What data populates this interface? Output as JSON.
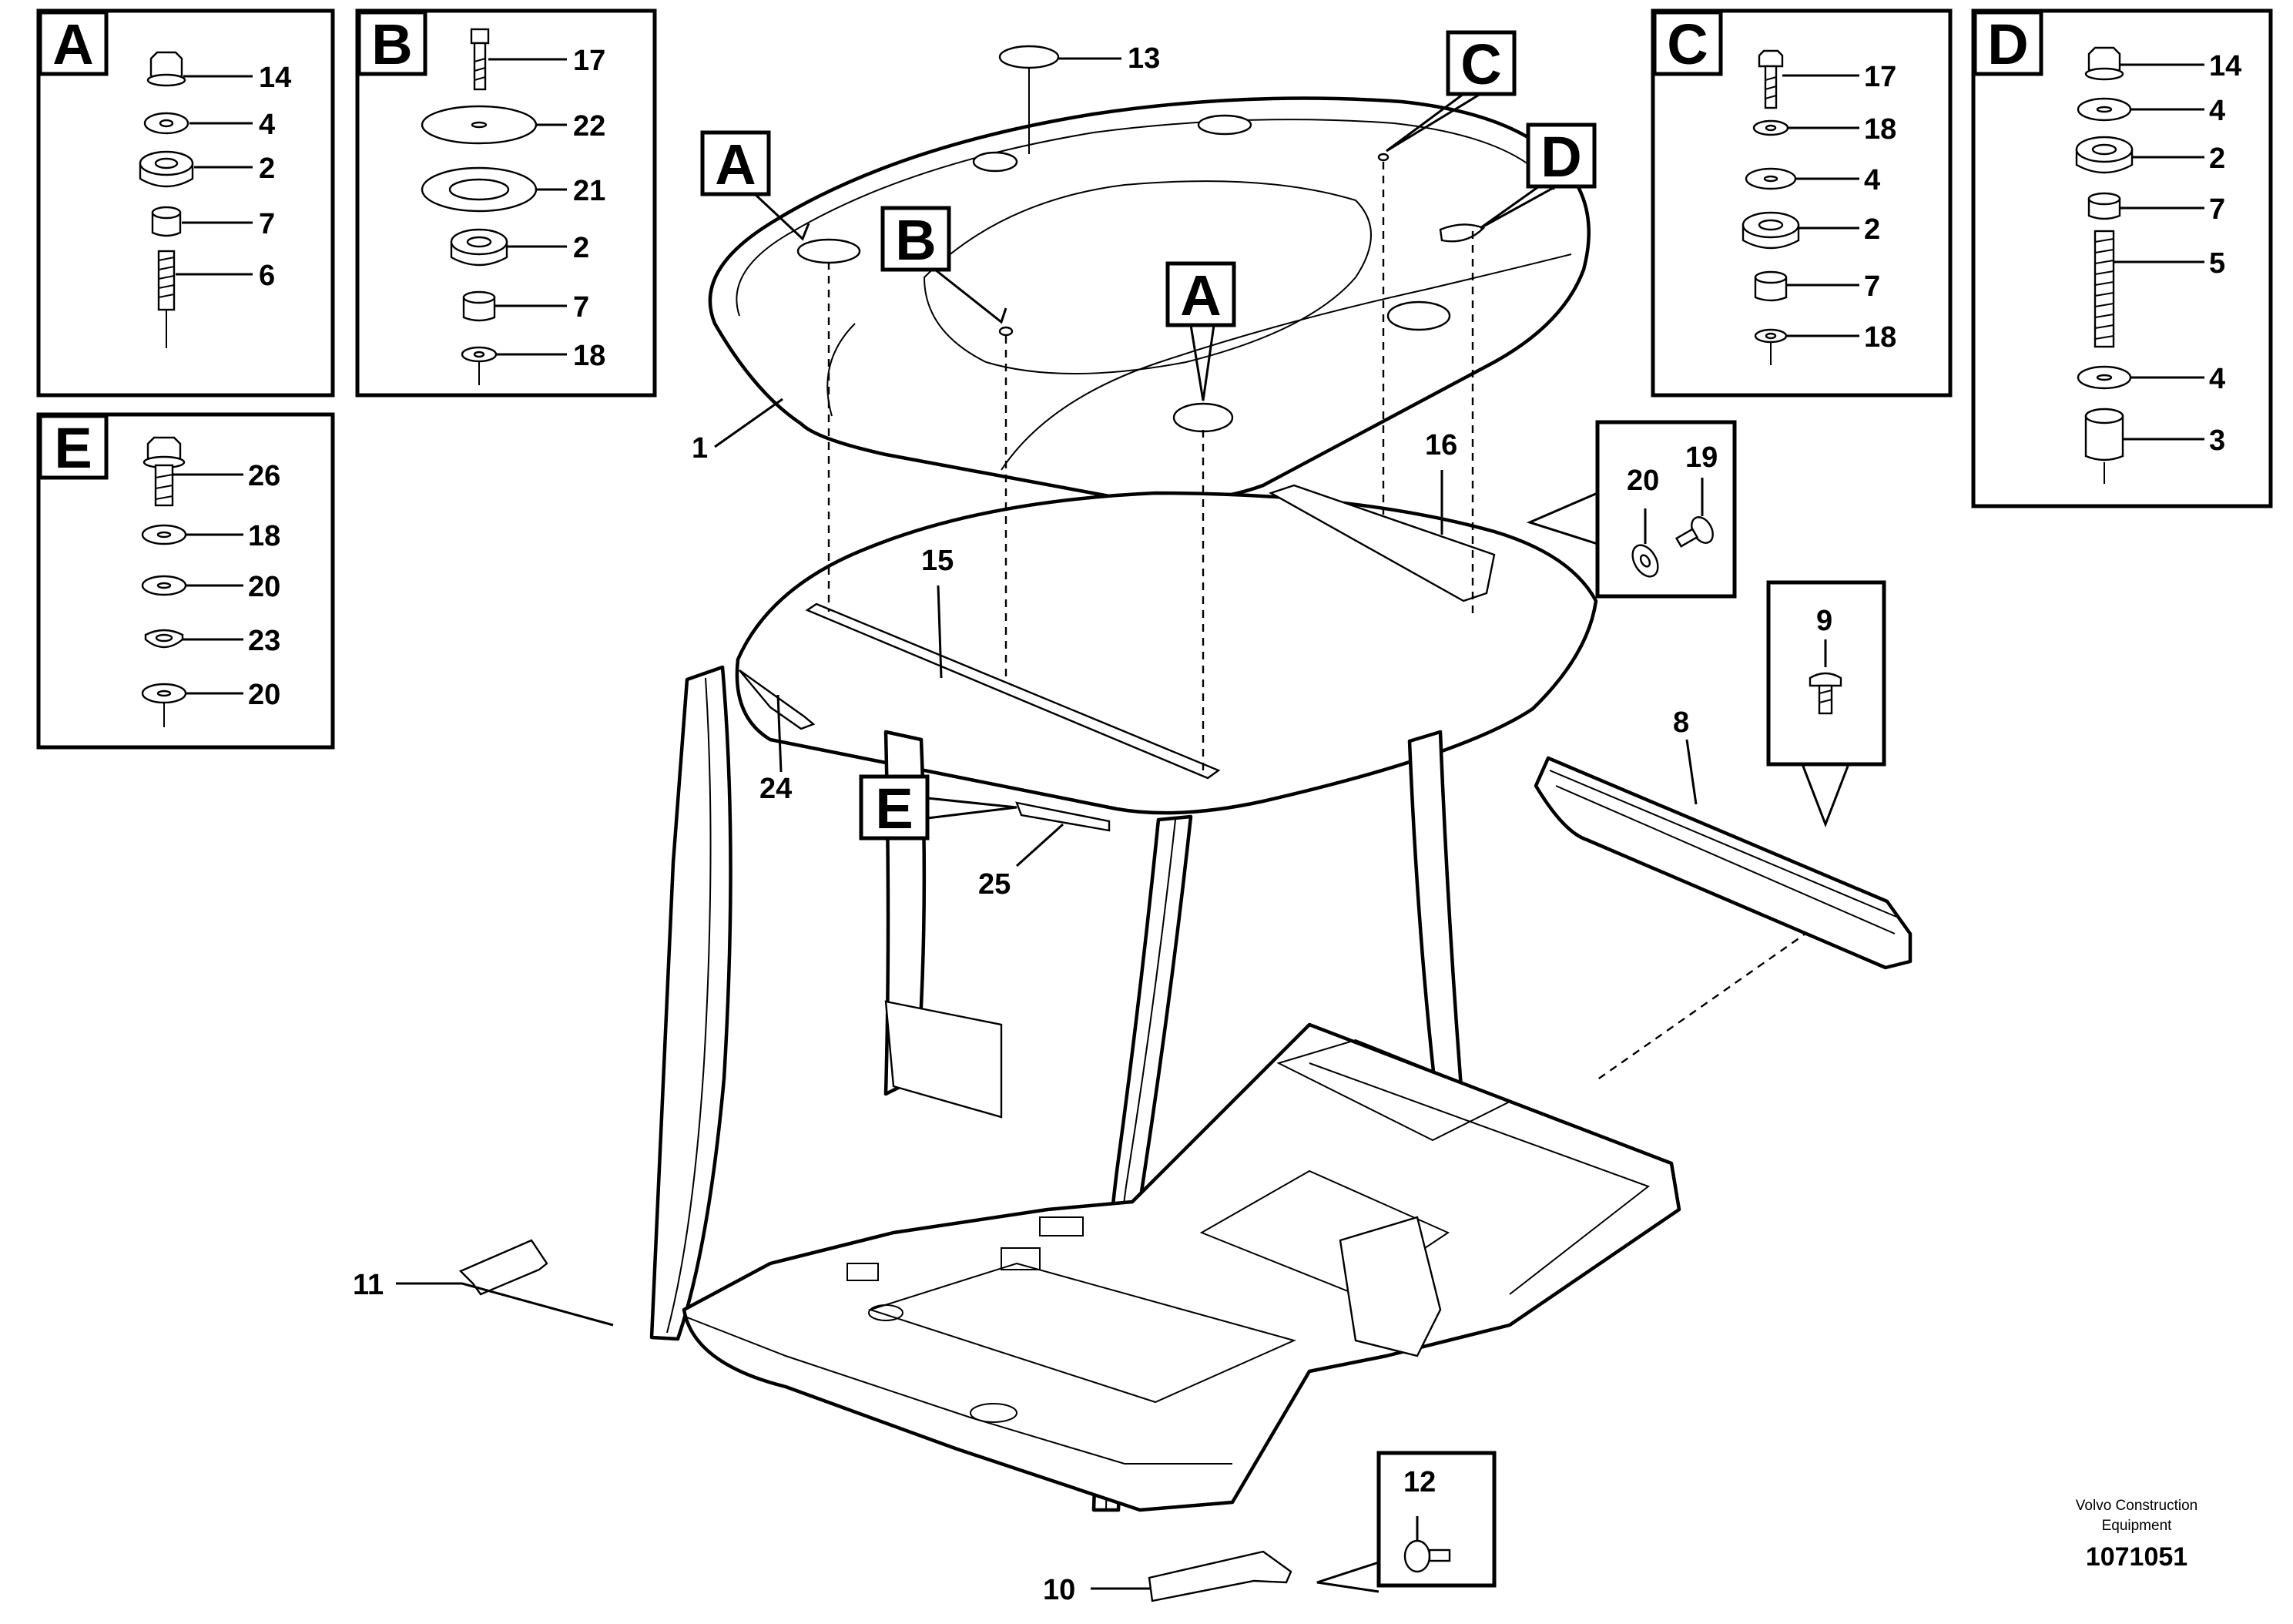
{
  "diagram": {
    "panels": [
      {
        "letter": "A",
        "labels": [
          "14",
          "4",
          "2",
          "7",
          "6"
        ]
      },
      {
        "letter": "B",
        "labels": [
          "17",
          "22",
          "21",
          "2",
          "7",
          "18"
        ]
      },
      {
        "letter": "C",
        "labels": [
          "17",
          "18",
          "4",
          "2",
          "7",
          "18"
        ]
      },
      {
        "letter": "D",
        "labels": [
          "14",
          "4",
          "2",
          "7",
          "5",
          "4",
          "3"
        ]
      },
      {
        "letter": "E",
        "labels": [
          "26",
          "18",
          "20",
          "23",
          "20"
        ]
      }
    ],
    "callouts": [
      "A",
      "B",
      "A",
      "C",
      "D",
      "E"
    ],
    "part_numbers": {
      "p1": "1",
      "p8": "8",
      "p9": "9",
      "p10": "10",
      "p11": "11",
      "p12": "12",
      "p13": "13",
      "p15": "15",
      "p16": "16",
      "p19": "19",
      "p20": "20",
      "p24": "24",
      "p25": "25"
    },
    "brand_line1": "Volvo Construction",
    "brand_line2": "Equipment",
    "drawing_number": "1071051"
  }
}
